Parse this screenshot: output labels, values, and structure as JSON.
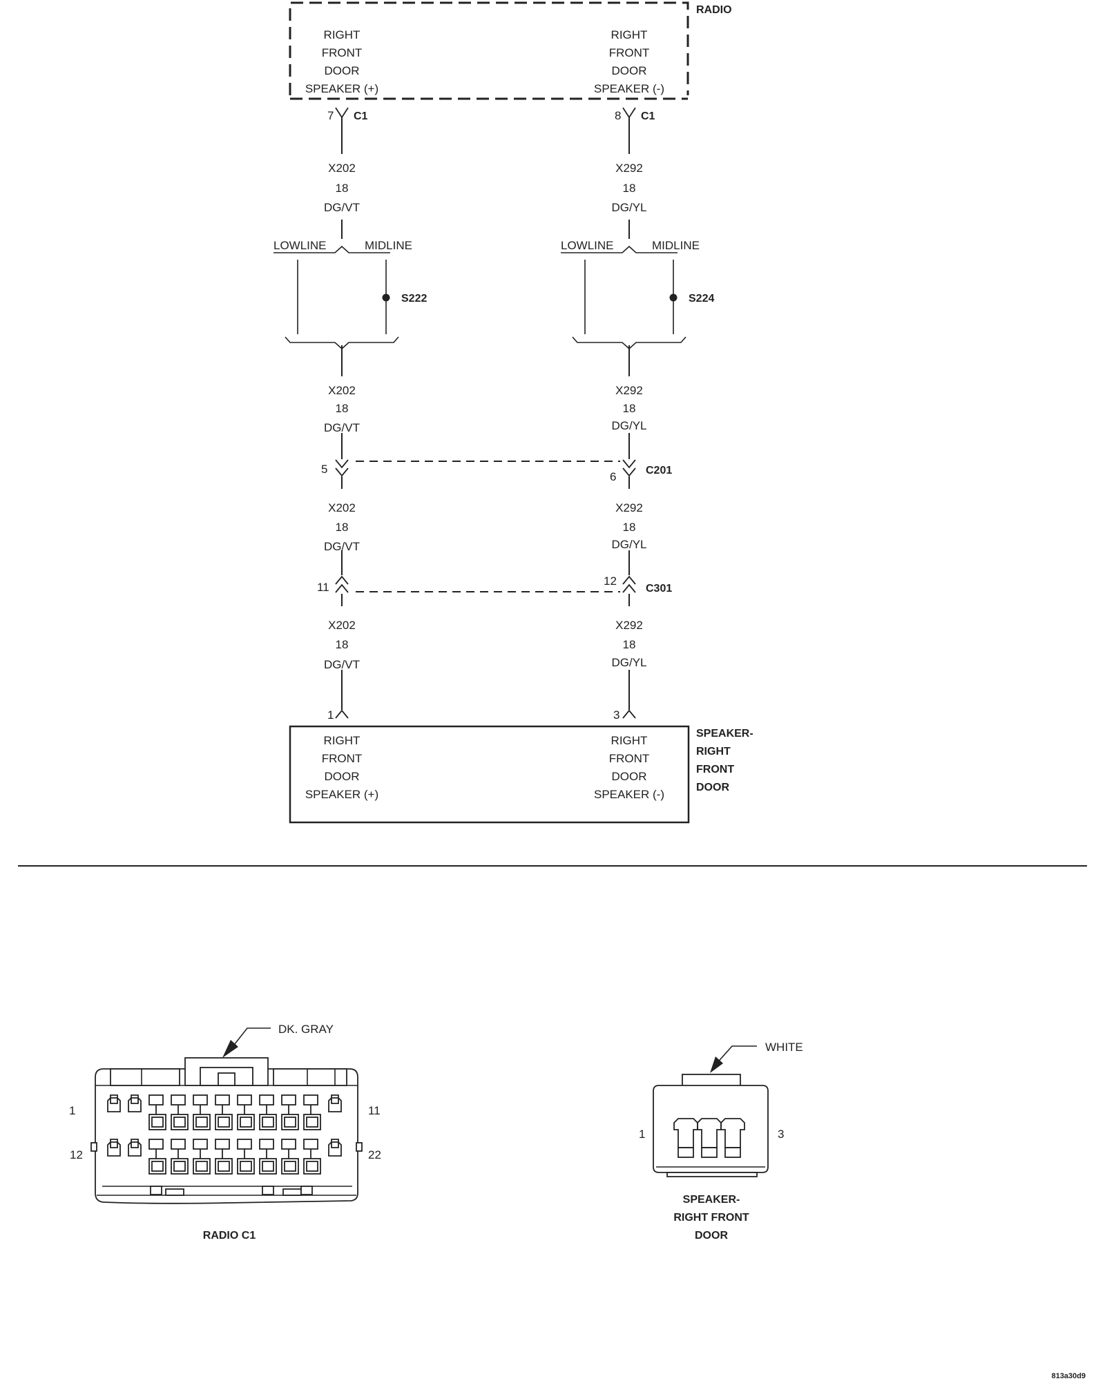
{
  "radio": {
    "label": "RADIO",
    "left_func": [
      "RIGHT",
      "FRONT",
      "DOOR",
      "SPEAKER (+)"
    ],
    "right_func": [
      "RIGHT",
      "FRONT",
      "DOOR",
      "SPEAKER (-)"
    ]
  },
  "radio_pins": {
    "left_pin": "7",
    "left_conn": "C1",
    "right_pin": "8",
    "right_conn": "C1"
  },
  "wires": {
    "left": {
      "circuit": "X202",
      "gauge": "18",
      "color": "DG/VT"
    },
    "right": {
      "circuit": "X292",
      "gauge": "18",
      "color": "DG/YL"
    }
  },
  "options": {
    "low": "LOWLINE",
    "mid": "MIDLINE",
    "left_splice": "S222",
    "right_splice": "S224"
  },
  "c201": {
    "left_pin": "5",
    "right_pin": "6",
    "label": "C201"
  },
  "c301": {
    "left_pin": "11",
    "right_pin": "12",
    "label": "C301"
  },
  "speaker": {
    "left_pin": "1",
    "right_pin": "3",
    "left_func": [
      "RIGHT",
      "FRONT",
      "DOOR",
      "SPEAKER (+)"
    ],
    "right_func": [
      "RIGHT",
      "FRONT",
      "DOOR",
      "SPEAKER (-)"
    ],
    "label": [
      "SPEAKER-",
      "RIGHT",
      "FRONT",
      "DOOR"
    ]
  },
  "radio_connector": {
    "color": "DK. GRAY",
    "pin_tl": "1",
    "pin_tr": "11",
    "pin_bl": "12",
    "pin_br": "22",
    "caption": "RADIO C1"
  },
  "speaker_connector": {
    "color": "WHITE",
    "pin_left": "1",
    "pin_right": "3",
    "caption": [
      "SPEAKER-",
      "RIGHT FRONT",
      "DOOR"
    ]
  },
  "figure_id": "813a30d9"
}
